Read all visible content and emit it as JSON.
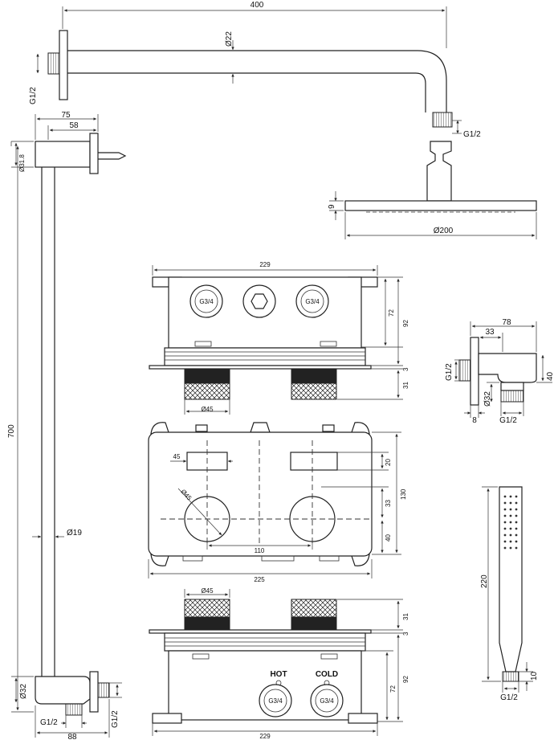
{
  "shower_arm": {
    "length": "400",
    "diameter": "Ø22",
    "wall_thread": "G1/2",
    "head_thread": "G1/2"
  },
  "rain_head": {
    "thickness": "9",
    "diameter": "Ø200"
  },
  "slide_rail": {
    "top_depth": "75",
    "top_offset": "58",
    "top_diameter": "Ø31.8",
    "height": "700",
    "bar_diameter": "Ø19",
    "bottom_diameter": "Ø32",
    "bottom_thread": "G1/2",
    "bottom_depth": "88",
    "outlet_thread": "G1/2"
  },
  "box_top": {
    "width": "229",
    "h1": "72",
    "h2": "92",
    "h3": "3",
    "h4": "31",
    "knob_d": "Ø45",
    "port_left": "G3/4",
    "port_right": "G3/4"
  },
  "box_front": {
    "knob_w": "45",
    "v1": "20",
    "v2": "130",
    "v3": "33",
    "v4": "40",
    "dia": "Ø45",
    "center": "110",
    "width": "225"
  },
  "box_bottom": {
    "knob_d": "Ø45",
    "v1": "31",
    "v2": "3",
    "v3": "72",
    "v4": "92",
    "width": "229",
    "hot": "HOT",
    "cold": "COLD",
    "port_left": "G3/4",
    "port_right": "G3/4"
  },
  "wall_outlet": {
    "depth": "78",
    "offset": "33",
    "thread_left": "G1/2",
    "height": "40",
    "diameter": "Ø32",
    "wall": "8",
    "thread_bottom": "G1/2"
  },
  "hand_shower": {
    "length": "220",
    "head": "10",
    "thread": "G1/2"
  }
}
